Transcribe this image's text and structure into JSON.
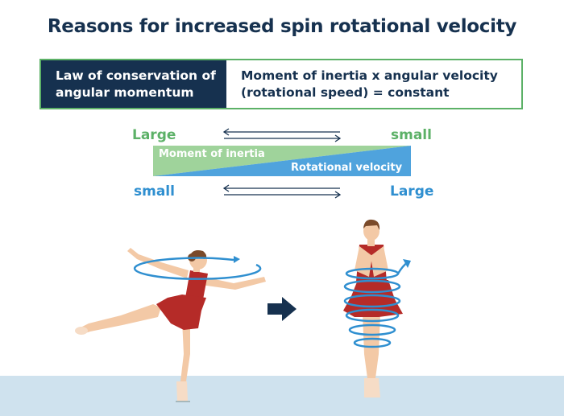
{
  "title": "Reasons for increased spin rotational velocity",
  "law": {
    "left_line1": "Law of conservation of",
    "left_line2": "angular momentum",
    "right_line1": "Moment of inertia x angular velocity",
    "right_line2": "(rotational speed) = constant"
  },
  "scale": {
    "top_left": "Large",
    "top_right": "small",
    "bottom_left": "small",
    "bottom_right": "Large",
    "inertia_label": "Moment of inertia",
    "velocity_label": "Rotational velocity"
  },
  "colors": {
    "navy": "#16314f",
    "green": "#5cb167",
    "blue": "#2f8fd0",
    "dress": "#b52b28",
    "skin": "#f3c9a6",
    "ice": "#cfe2ee"
  },
  "icons": [
    "arrow-right-icon",
    "rotation-arrow-icon"
  ]
}
